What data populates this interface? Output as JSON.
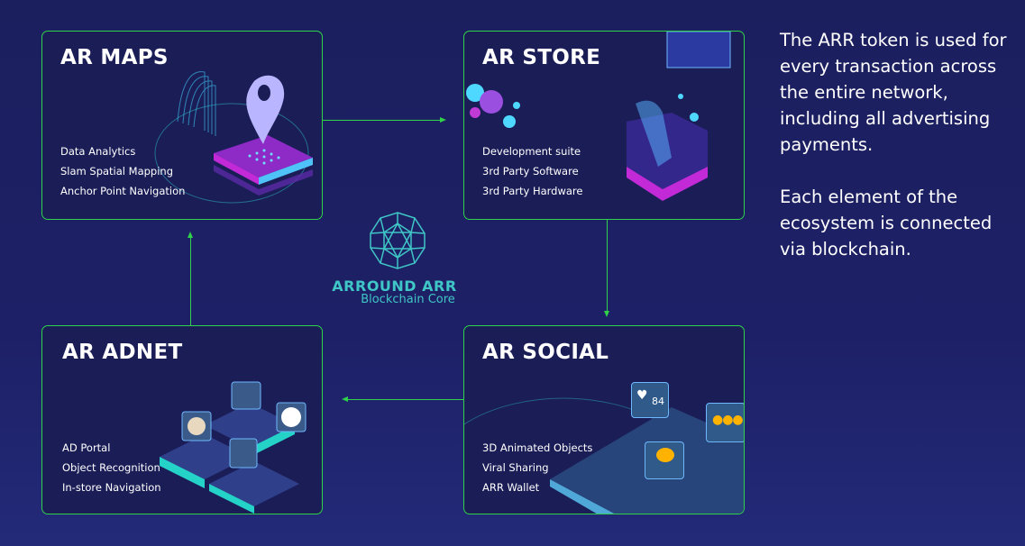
{
  "cards": [
    {
      "title": "AR MAPS",
      "items": [
        "Data Analytics",
        "Slam Spatial Mapping",
        "Anchor Point Navigation"
      ]
    },
    {
      "title": "AR STORE",
      "items": [
        "Development suite",
        "3rd Party Software",
        "3rd Party Hardware"
      ]
    },
    {
      "title": "AR ADNET",
      "items": [
        "AD Portal",
        "Object Recognition",
        "In-store Navigation"
      ]
    },
    {
      "title": "AR SOCIAL",
      "items": [
        "3D Animated Objects",
        "Viral Sharing",
        "ARR Wallet"
      ]
    }
  ],
  "core": {
    "name": "ARROUND ARR",
    "subtitle": "Blockchain Core"
  },
  "description": {
    "p1": "The ARR token is used for every transaction across the entire network, including all advertising payments.",
    "p2": "Each element of the ecosystem is connected via blockchain."
  },
  "social_badges": {
    "likes": "84"
  },
  "colors": {
    "border": "#2fd24a",
    "accent": "#3fc6c6",
    "background": "#1c1f5e"
  }
}
